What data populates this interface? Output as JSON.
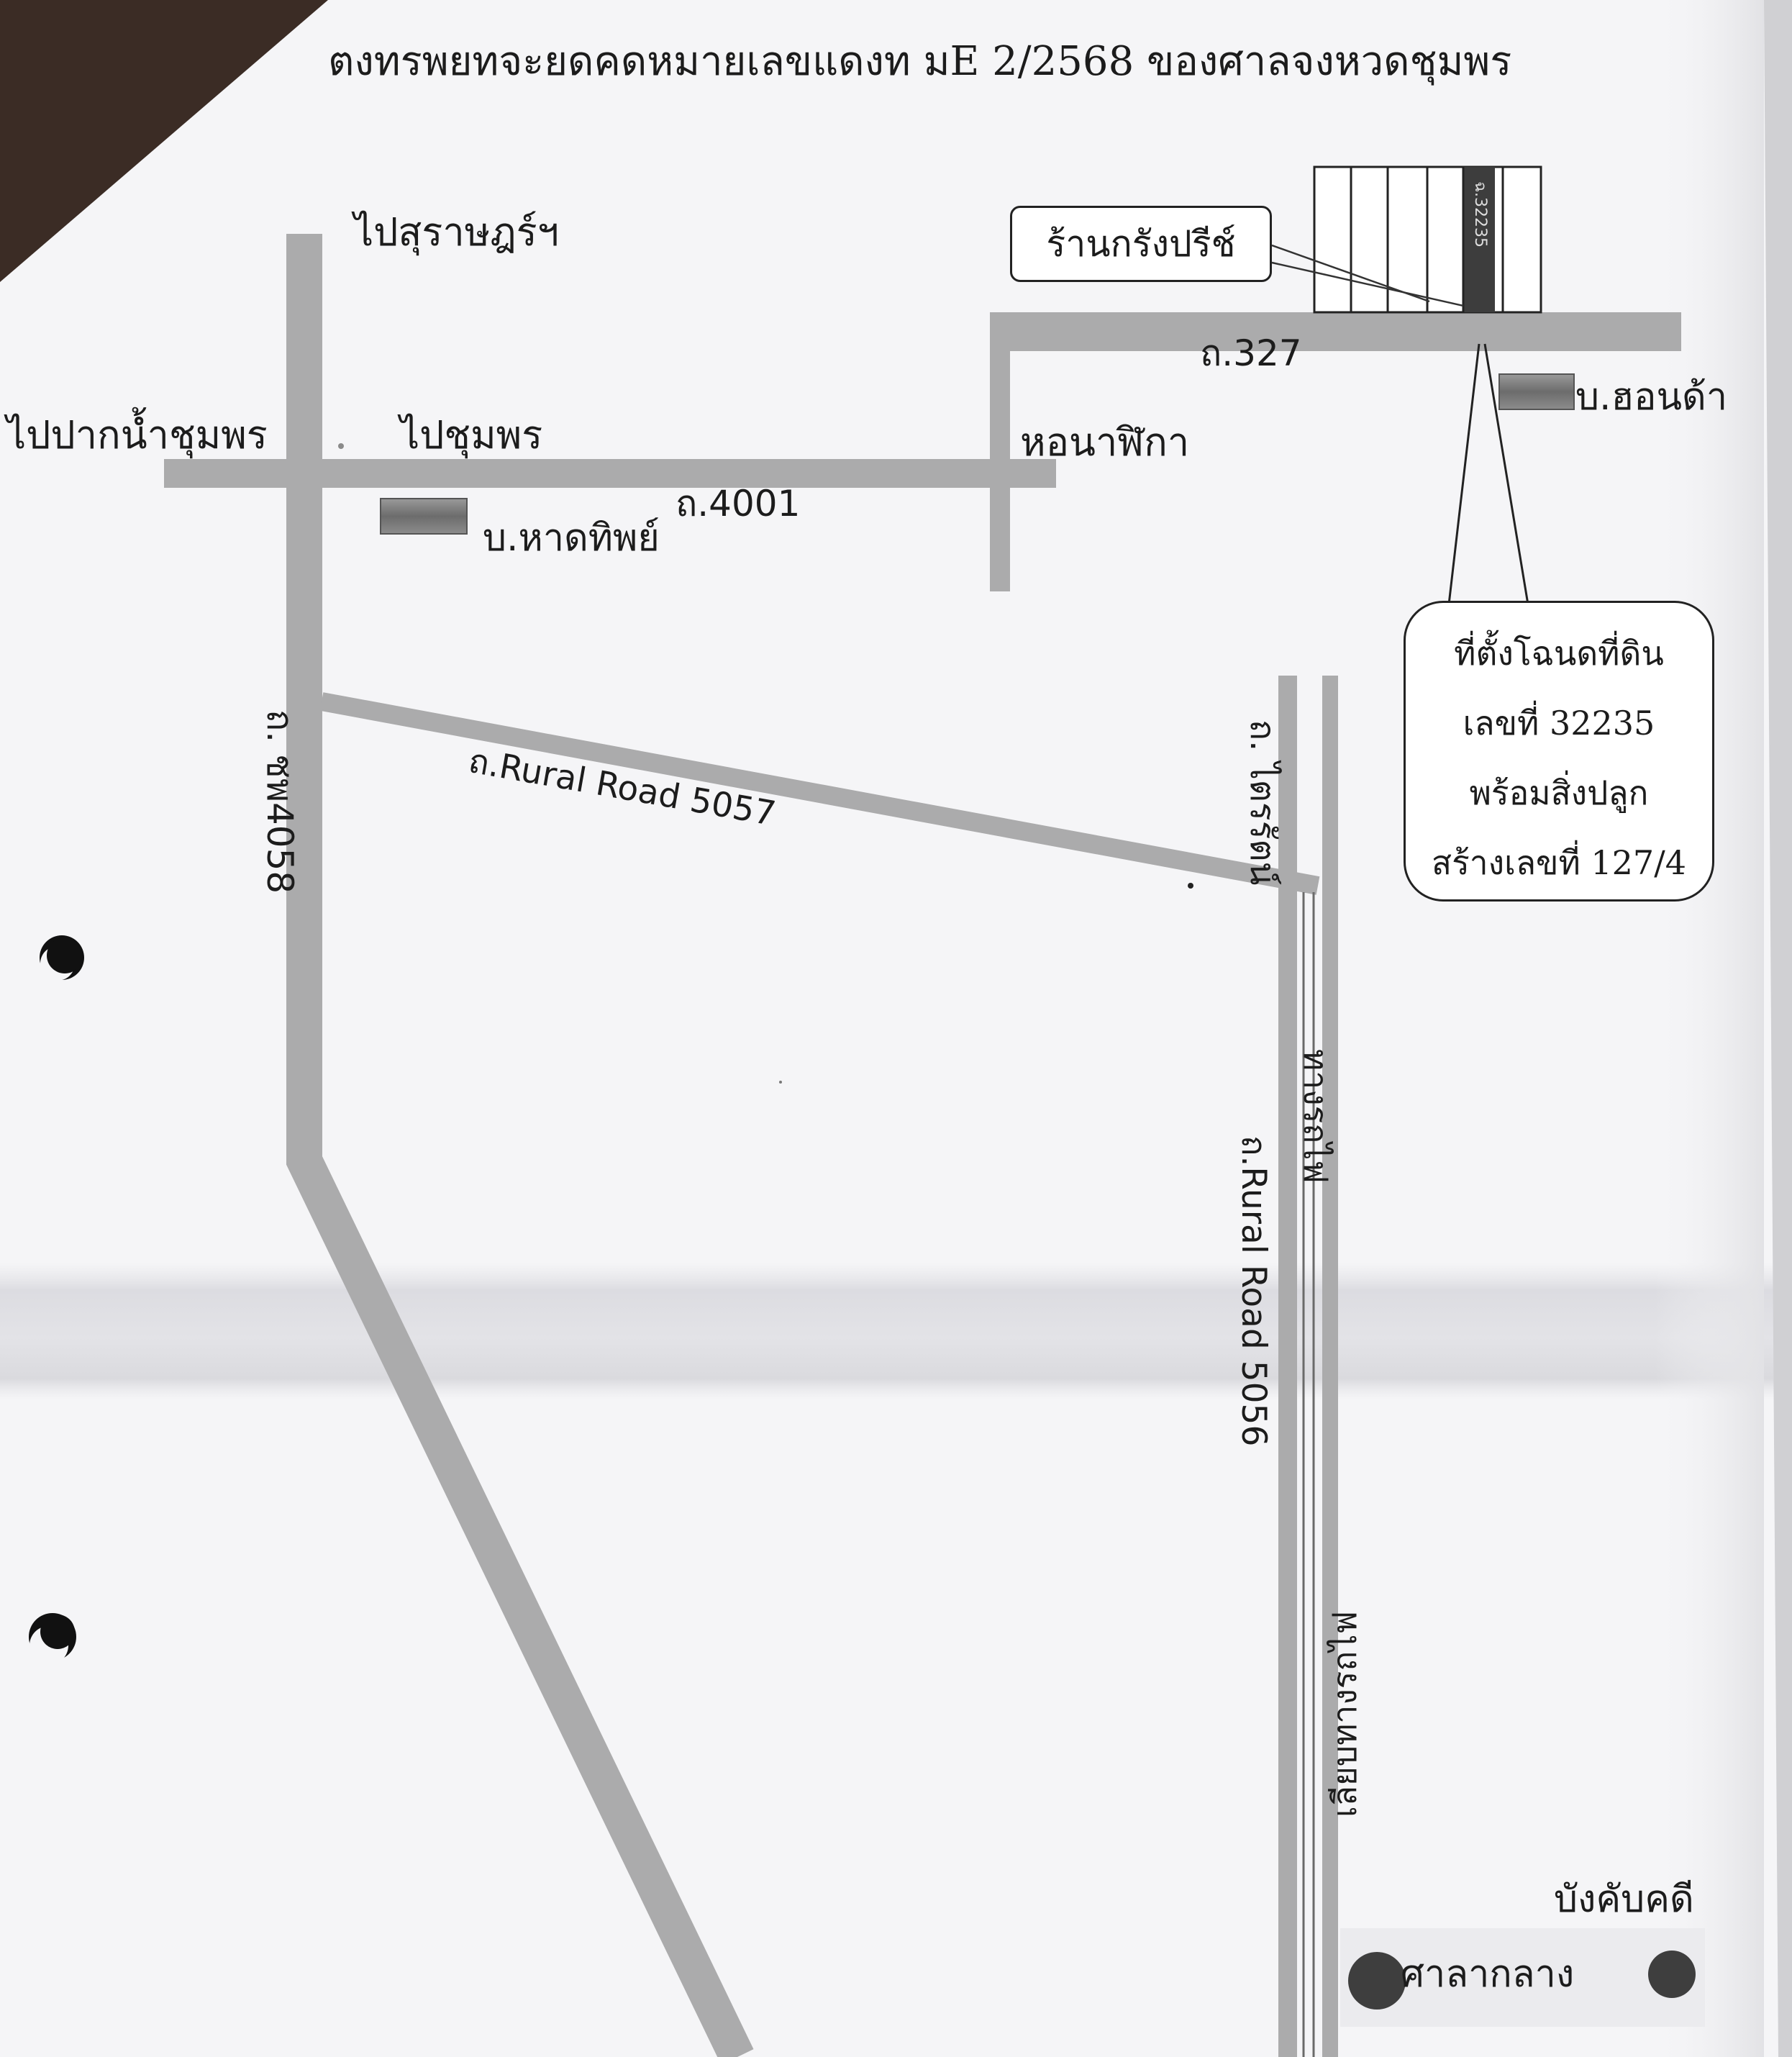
{
  "document": {
    "title": "ตงทรพยทจะยดคดหมายเลขแดงท มE 2/2568 ของศาลจงหวดชุมพร"
  },
  "directions": {
    "to_surat": "ไปสุราษฎร์ฯ",
    "to_paknam_chumphon": "ไปปากน้ำชุมพร",
    "to_chumphon": "ไปชุมพร"
  },
  "landmarks": {
    "clock_tower": "หอนาฬิกา",
    "hat_thip_house": "บ.หาดทิพย์",
    "honda_company": "บ.ฮอนด้า",
    "shop_callout": "ร้านกรังปรีช์",
    "legal_execution": "บังคับคดี",
    "city_hall": "ศาลากลาง"
  },
  "roads": {
    "road_4001": "ถ.4001",
    "road_327": "ถ.327",
    "road_chp4058": "ถ. ชพ4058",
    "rural_road_5057": "ถ.Rural Road 5057",
    "trairat_road": "ถ. ไตรรัตน์",
    "rural_road_5056": "ถ.Rural Road 5056"
  },
  "railway": {
    "label": "ทางรถไฟ",
    "along_label": "เลียบทางรถไฟ"
  },
  "parcel": {
    "cell_label": "ฉ.32235",
    "callout_lines": [
      "ที่ตั้งโฉนดที่ดิน",
      "เลขที่ 32235",
      "พร้อมสิ่งปลูก",
      "สร้างเลขที่ 127/4"
    ]
  },
  "colors": {
    "paper": "#f5f5f7",
    "road": "#ababac",
    "ink": "#1c1c1c",
    "folded_corner": "#3b2c25",
    "parcel_cell": "#3d3d3d",
    "rail_line": "#6a6a6a",
    "hole": "#111111",
    "landmark_dot": "#3e3e3e"
  }
}
